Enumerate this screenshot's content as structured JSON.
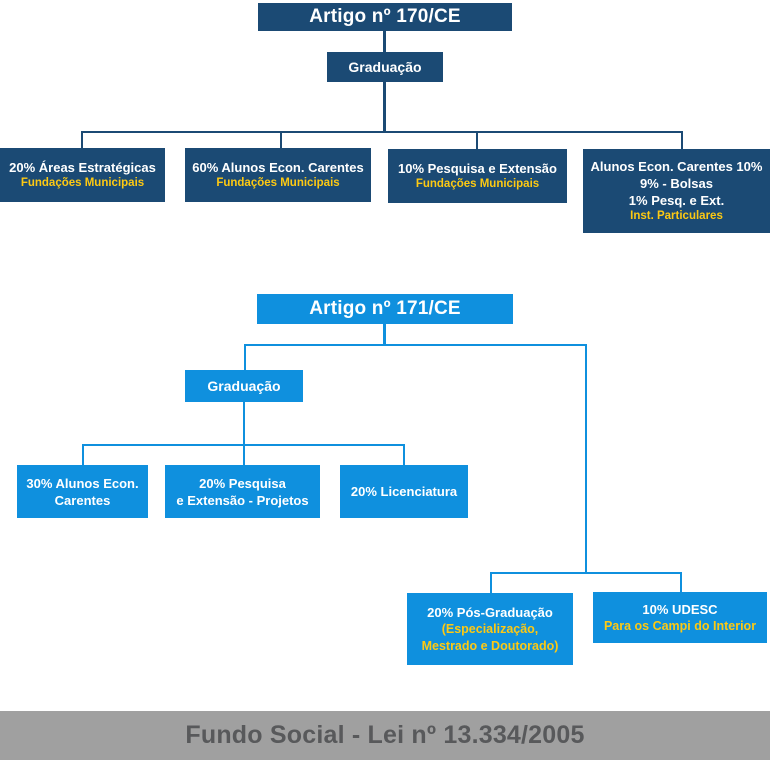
{
  "colors": {
    "navy": "#1b4a74",
    "blue": "#0f90de",
    "yellow": "#fdc913",
    "footer-bg": "#a0a0a0",
    "footer-text": "#58595b"
  },
  "tree_170": {
    "root_label": "Artigo nº 170/CE",
    "level1_label": "Graduação",
    "leaves": [
      {
        "title": "20% Áreas Estratégicas",
        "subtitle": "Fundações Municipais"
      },
      {
        "title": "60% Alunos Econ. Carentes",
        "subtitle": "Fundações Municipais"
      },
      {
        "title": "10% Pesquisa e Extensão",
        "subtitle": "Fundações Municipais"
      },
      {
        "lines": [
          "Alunos Econ. Carentes 10%",
          "9% - Bolsas",
          "1% Pesq. e Ext."
        ],
        "subtitle": "Inst. Particulares"
      }
    ]
  },
  "tree_171": {
    "root_label": "Artigo nº 171/CE",
    "level1_label": "Graduação",
    "leaves": [
      {
        "lines": [
          "30% Alunos Econ.",
          "Carentes"
        ]
      },
      {
        "lines": [
          "20% Pesquisa",
          "e Extensão - Projetos"
        ]
      },
      {
        "lines": [
          "20% Licenciatura"
        ]
      },
      {
        "title": "20% Pós-Graduação",
        "subtitle_lines": [
          "(Especialização,",
          "Mestrado e Doutorado)"
        ]
      },
      {
        "title": "10% UDESC",
        "subtitle": "Para os Campi do Interior"
      }
    ]
  },
  "footer": {
    "label": "Fundo Social - Lei nº 13.334/2005"
  }
}
